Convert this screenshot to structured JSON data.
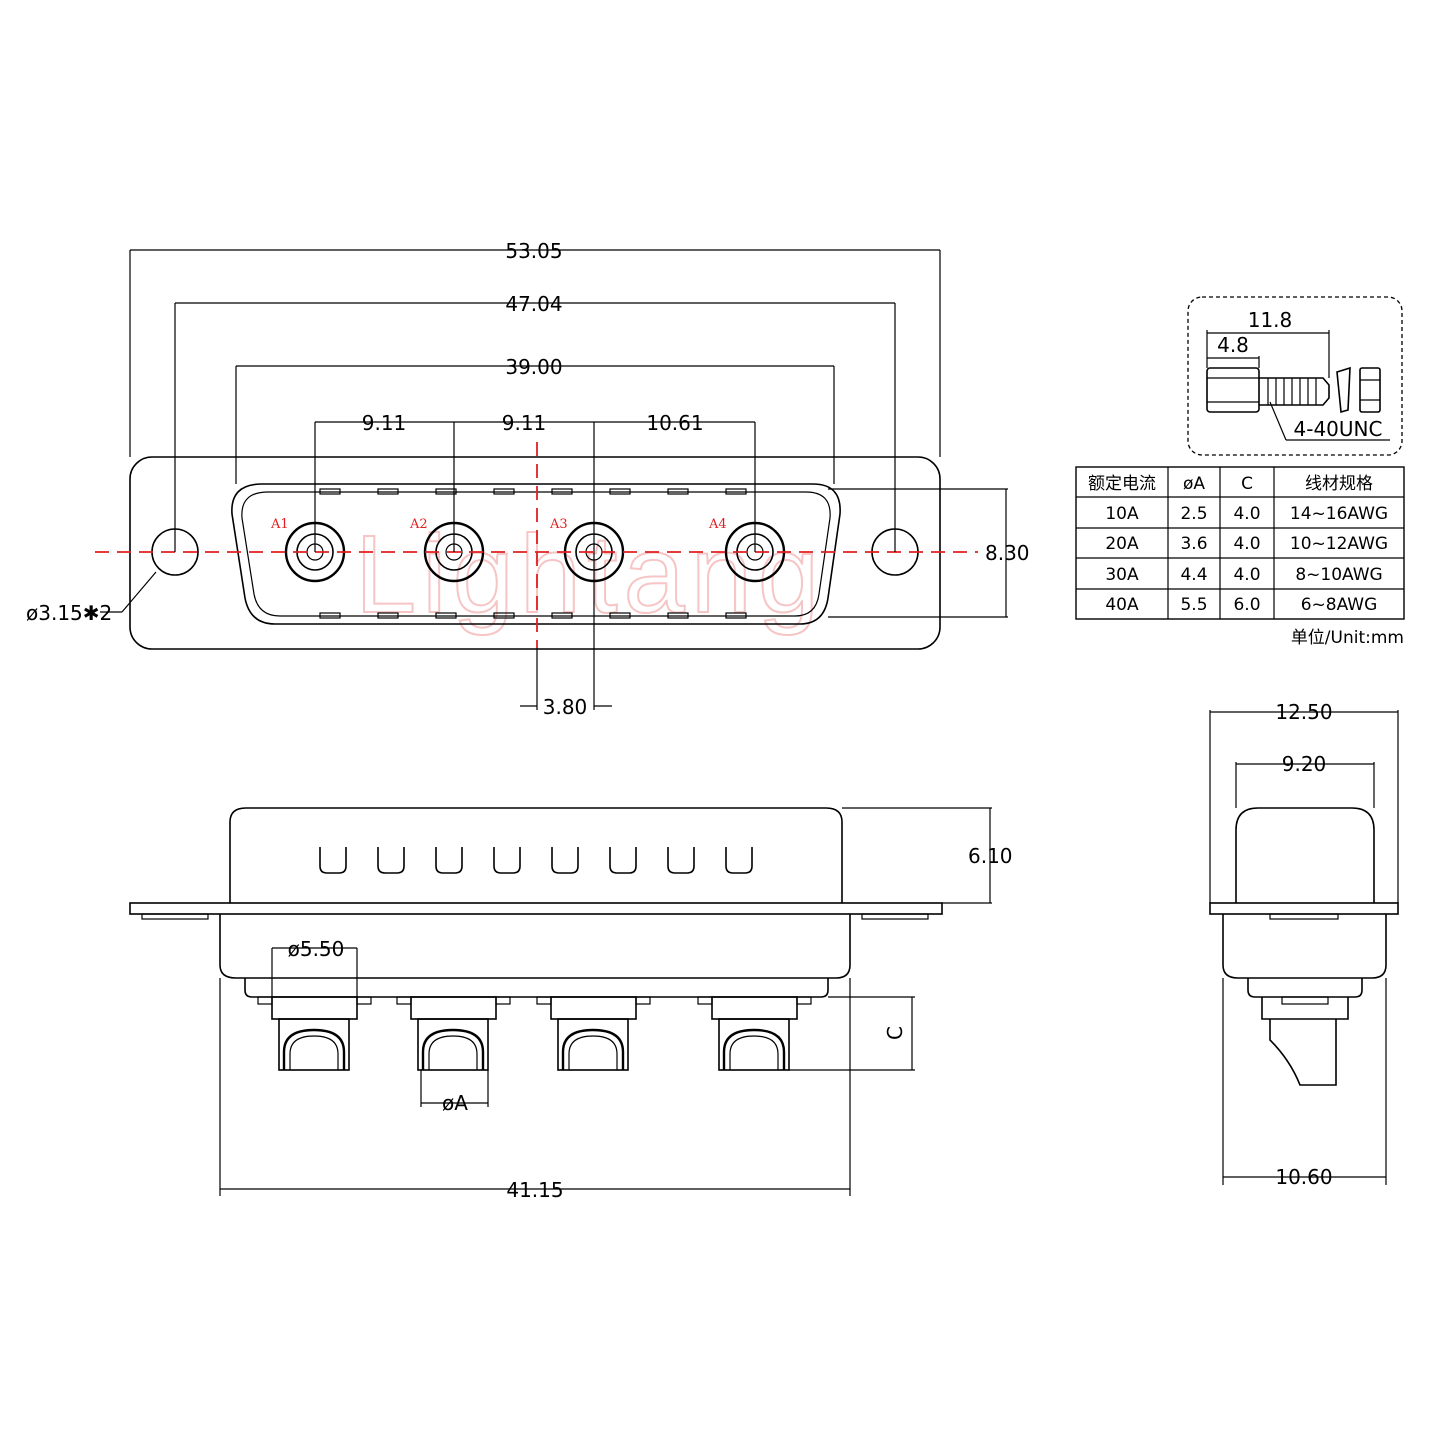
{
  "watermark": "Lightang",
  "front_view": {
    "dims": {
      "overall_width": "53.05",
      "mount_hole_spacing": "47.04",
      "shell_width": "39.00",
      "pitch_1": "9.11",
      "pitch_2": "9.11",
      "pitch_3": "10.61",
      "height": "8.30",
      "offset": "3.80",
      "mount_hole": "ø3.15✱2"
    },
    "pins": [
      "A1",
      "A2",
      "A3",
      "A4"
    ]
  },
  "bottom_view": {
    "dims": {
      "height": "6.10",
      "contact_dia": "ø5.50",
      "wire_dia": "øA",
      "wire_c": "C",
      "body_width": "41.15"
    }
  },
  "side_view": {
    "dims": {
      "flange_width": "12.50",
      "shell_width": "9.20",
      "body_width": "10.60"
    }
  },
  "screw_detail": {
    "length": "11.8",
    "head_length": "4.8",
    "thread": "4-40UNC"
  },
  "spec_table": {
    "headers": [
      "额定电流",
      "øA",
      "C",
      "线材规格"
    ],
    "rows": [
      [
        "10A",
        "2.5",
        "4.0",
        "14~16AWG"
      ],
      [
        "20A",
        "3.6",
        "4.0",
        "10~12AWG"
      ],
      [
        "30A",
        "4.4",
        "4.0",
        "8~10AWG"
      ],
      [
        "40A",
        "5.5",
        "6.0",
        "6~8AWG"
      ]
    ],
    "unit": "单位/Unit:mm"
  }
}
